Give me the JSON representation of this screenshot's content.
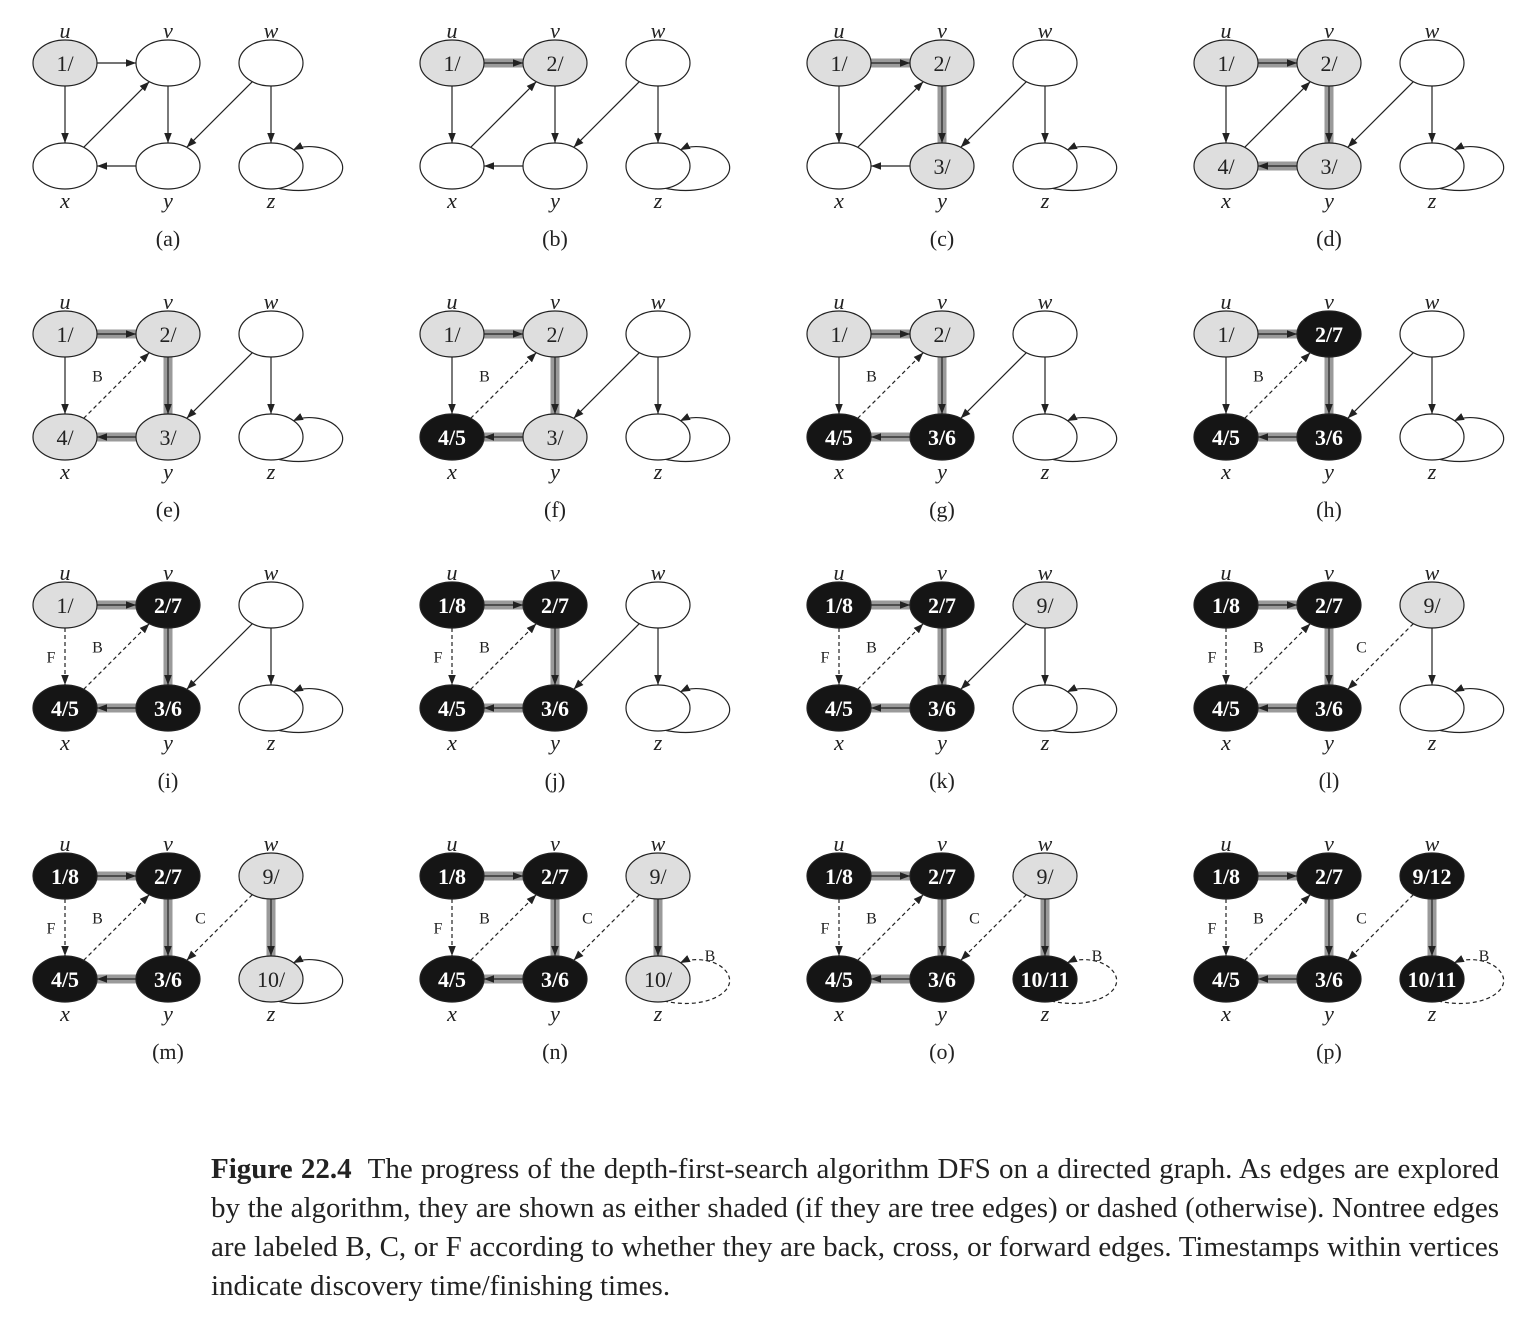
{
  "vertex_labels": {
    "u": "u",
    "v": "v",
    "w": "w",
    "x": "x",
    "y": "y",
    "z": "z"
  },
  "panels": [
    {
      "label": "(a)",
      "nodes": {
        "u": {
          "text": "1/",
          "color": "gray"
        },
        "v": {
          "text": "",
          "color": "white"
        },
        "w": {
          "text": "",
          "color": "white"
        },
        "x": {
          "text": "",
          "color": "white"
        },
        "y": {
          "text": "",
          "color": "white"
        },
        "z": {
          "text": "",
          "color": "white"
        }
      },
      "edges": {
        "uv": "normal",
        "ux": "normal",
        "xv": "normal",
        "vy": "normal",
        "yx": "normal",
        "wy": "normal",
        "wz": "normal",
        "zz": "normal"
      }
    },
    {
      "label": "(b)",
      "nodes": {
        "u": {
          "text": "1/",
          "color": "gray"
        },
        "v": {
          "text": "2/",
          "color": "gray"
        },
        "w": {
          "text": "",
          "color": "white"
        },
        "x": {
          "text": "",
          "color": "white"
        },
        "y": {
          "text": "",
          "color": "white"
        },
        "z": {
          "text": "",
          "color": "white"
        }
      },
      "edges": {
        "uv": "tree",
        "ux": "normal",
        "xv": "normal",
        "vy": "normal",
        "yx": "normal",
        "wy": "normal",
        "wz": "normal",
        "zz": "normal"
      }
    },
    {
      "label": "(c)",
      "nodes": {
        "u": {
          "text": "1/",
          "color": "gray"
        },
        "v": {
          "text": "2/",
          "color": "gray"
        },
        "w": {
          "text": "",
          "color": "white"
        },
        "x": {
          "text": "",
          "color": "white"
        },
        "y": {
          "text": "3/",
          "color": "gray"
        },
        "z": {
          "text": "",
          "color": "white"
        }
      },
      "edges": {
        "uv": "tree",
        "ux": "normal",
        "xv": "normal",
        "vy": "tree",
        "yx": "normal",
        "wy": "normal",
        "wz": "normal",
        "zz": "normal"
      }
    },
    {
      "label": "(d)",
      "nodes": {
        "u": {
          "text": "1/",
          "color": "gray"
        },
        "v": {
          "text": "2/",
          "color": "gray"
        },
        "w": {
          "text": "",
          "color": "white"
        },
        "x": {
          "text": "4/",
          "color": "gray"
        },
        "y": {
          "text": "3/",
          "color": "gray"
        },
        "z": {
          "text": "",
          "color": "white"
        }
      },
      "edges": {
        "uv": "tree",
        "ux": "normal",
        "xv": "normal",
        "vy": "tree",
        "yx": "tree",
        "wy": "normal",
        "wz": "normal",
        "zz": "normal"
      }
    },
    {
      "label": "(e)",
      "nodes": {
        "u": {
          "text": "1/",
          "color": "gray"
        },
        "v": {
          "text": "2/",
          "color": "gray"
        },
        "w": {
          "text": "",
          "color": "white"
        },
        "x": {
          "text": "4/",
          "color": "gray"
        },
        "y": {
          "text": "3/",
          "color": "gray"
        },
        "z": {
          "text": "",
          "color": "white"
        }
      },
      "edges": {
        "uv": "tree",
        "ux": "normal",
        "xv": "B",
        "vy": "tree",
        "yx": "tree",
        "wy": "normal",
        "wz": "normal",
        "zz": "normal"
      }
    },
    {
      "label": "(f)",
      "nodes": {
        "u": {
          "text": "1/",
          "color": "gray"
        },
        "v": {
          "text": "2/",
          "color": "gray"
        },
        "w": {
          "text": "",
          "color": "white"
        },
        "x": {
          "text": "4/5",
          "color": "black"
        },
        "y": {
          "text": "3/",
          "color": "gray"
        },
        "z": {
          "text": "",
          "color": "white"
        }
      },
      "edges": {
        "uv": "tree",
        "ux": "normal",
        "xv": "B",
        "vy": "tree",
        "yx": "tree",
        "wy": "normal",
        "wz": "normal",
        "zz": "normal"
      }
    },
    {
      "label": "(g)",
      "nodes": {
        "u": {
          "text": "1/",
          "color": "gray"
        },
        "v": {
          "text": "2/",
          "color": "gray"
        },
        "w": {
          "text": "",
          "color": "white"
        },
        "x": {
          "text": "4/5",
          "color": "black"
        },
        "y": {
          "text": "3/6",
          "color": "black"
        },
        "z": {
          "text": "",
          "color": "white"
        }
      },
      "edges": {
        "uv": "tree",
        "ux": "normal",
        "xv": "B",
        "vy": "tree",
        "yx": "tree",
        "wy": "normal",
        "wz": "normal",
        "zz": "normal"
      }
    },
    {
      "label": "(h)",
      "nodes": {
        "u": {
          "text": "1/",
          "color": "gray"
        },
        "v": {
          "text": "2/7",
          "color": "black"
        },
        "w": {
          "text": "",
          "color": "white"
        },
        "x": {
          "text": "4/5",
          "color": "black"
        },
        "y": {
          "text": "3/6",
          "color": "black"
        },
        "z": {
          "text": "",
          "color": "white"
        }
      },
      "edges": {
        "uv": "tree",
        "ux": "normal",
        "xv": "B",
        "vy": "tree",
        "yx": "tree",
        "wy": "normal",
        "wz": "normal",
        "zz": "normal"
      }
    },
    {
      "label": "(i)",
      "nodes": {
        "u": {
          "text": "1/",
          "color": "gray"
        },
        "v": {
          "text": "2/7",
          "color": "black"
        },
        "w": {
          "text": "",
          "color": "white"
        },
        "x": {
          "text": "4/5",
          "color": "black"
        },
        "y": {
          "text": "3/6",
          "color": "black"
        },
        "z": {
          "text": "",
          "color": "white"
        }
      },
      "edges": {
        "uv": "tree",
        "ux": "F",
        "xv": "B",
        "vy": "tree",
        "yx": "tree",
        "wy": "normal",
        "wz": "normal",
        "zz": "normal"
      }
    },
    {
      "label": "(j)",
      "nodes": {
        "u": {
          "text": "1/8",
          "color": "black"
        },
        "v": {
          "text": "2/7",
          "color": "black"
        },
        "w": {
          "text": "",
          "color": "white"
        },
        "x": {
          "text": "4/5",
          "color": "black"
        },
        "y": {
          "text": "3/6",
          "color": "black"
        },
        "z": {
          "text": "",
          "color": "white"
        }
      },
      "edges": {
        "uv": "tree",
        "ux": "F",
        "xv": "B",
        "vy": "tree",
        "yx": "tree",
        "wy": "normal",
        "wz": "normal",
        "zz": "normal"
      }
    },
    {
      "label": "(k)",
      "nodes": {
        "u": {
          "text": "1/8",
          "color": "black"
        },
        "v": {
          "text": "2/7",
          "color": "black"
        },
        "w": {
          "text": "9/",
          "color": "gray"
        },
        "x": {
          "text": "4/5",
          "color": "black"
        },
        "y": {
          "text": "3/6",
          "color": "black"
        },
        "z": {
          "text": "",
          "color": "white"
        }
      },
      "edges": {
        "uv": "tree",
        "ux": "F",
        "xv": "B",
        "vy": "tree",
        "yx": "tree",
        "wy": "normal",
        "wz": "normal",
        "zz": "normal"
      }
    },
    {
      "label": "(l)",
      "nodes": {
        "u": {
          "text": "1/8",
          "color": "black"
        },
        "v": {
          "text": "2/7",
          "color": "black"
        },
        "w": {
          "text": "9/",
          "color": "gray"
        },
        "x": {
          "text": "4/5",
          "color": "black"
        },
        "y": {
          "text": "3/6",
          "color": "black"
        },
        "z": {
          "text": "",
          "color": "white"
        }
      },
      "edges": {
        "uv": "tree",
        "ux": "F",
        "xv": "B",
        "vy": "tree",
        "yx": "tree",
        "wy": "C",
        "wz": "normal",
        "zz": "normal"
      }
    },
    {
      "label": "(m)",
      "nodes": {
        "u": {
          "text": "1/8",
          "color": "black"
        },
        "v": {
          "text": "2/7",
          "color": "black"
        },
        "w": {
          "text": "9/",
          "color": "gray"
        },
        "x": {
          "text": "4/5",
          "color": "black"
        },
        "y": {
          "text": "3/6",
          "color": "black"
        },
        "z": {
          "text": "10/",
          "color": "gray"
        }
      },
      "edges": {
        "uv": "tree",
        "ux": "F",
        "xv": "B",
        "vy": "tree",
        "yx": "tree",
        "wy": "C",
        "wz": "tree",
        "zz": "normal"
      }
    },
    {
      "label": "(n)",
      "nodes": {
        "u": {
          "text": "1/8",
          "color": "black"
        },
        "v": {
          "text": "2/7",
          "color": "black"
        },
        "w": {
          "text": "9/",
          "color": "gray"
        },
        "x": {
          "text": "4/5",
          "color": "black"
        },
        "y": {
          "text": "3/6",
          "color": "black"
        },
        "z": {
          "text": "10/",
          "color": "gray"
        }
      },
      "edges": {
        "uv": "tree",
        "ux": "F",
        "xv": "B",
        "vy": "tree",
        "yx": "tree",
        "wy": "C",
        "wz": "tree",
        "zz": "B"
      }
    },
    {
      "label": "(o)",
      "nodes": {
        "u": {
          "text": "1/8",
          "color": "black"
        },
        "v": {
          "text": "2/7",
          "color": "black"
        },
        "w": {
          "text": "9/",
          "color": "gray"
        },
        "x": {
          "text": "4/5",
          "color": "black"
        },
        "y": {
          "text": "3/6",
          "color": "black"
        },
        "z": {
          "text": "10/11",
          "color": "black"
        }
      },
      "edges": {
        "uv": "tree",
        "ux": "F",
        "xv": "B",
        "vy": "tree",
        "yx": "tree",
        "wy": "C",
        "wz": "tree",
        "zz": "B"
      }
    },
    {
      "label": "(p)",
      "nodes": {
        "u": {
          "text": "1/8",
          "color": "black"
        },
        "v": {
          "text": "2/7",
          "color": "black"
        },
        "w": {
          "text": "9/12",
          "color": "black"
        },
        "x": {
          "text": "4/5",
          "color": "black"
        },
        "y": {
          "text": "3/6",
          "color": "black"
        },
        "z": {
          "text": "10/11",
          "color": "black"
        }
      },
      "edges": {
        "uv": "tree",
        "ux": "F",
        "xv": "B",
        "vy": "tree",
        "yx": "tree",
        "wy": "C",
        "wz": "tree",
        "zz": "B"
      }
    }
  ],
  "caption": {
    "label": "Figure 22.4",
    "text": "The progress of the depth-first-search algorithm DFS on a directed graph. As edges are explored by the algorithm, they are shown as either shaded (if they are tree edges) or dashed (otherwise). Nontree edges are labeled B, C, or F according to whether they are back, cross, or forward edges. Timestamps within vertices indicate discovery time/finishing times."
  },
  "colors": {
    "white": "#ffffff",
    "gray": "#dedede",
    "black": "#151515",
    "tree_edge": "#9a9a9a",
    "stroke": "#222222"
  }
}
